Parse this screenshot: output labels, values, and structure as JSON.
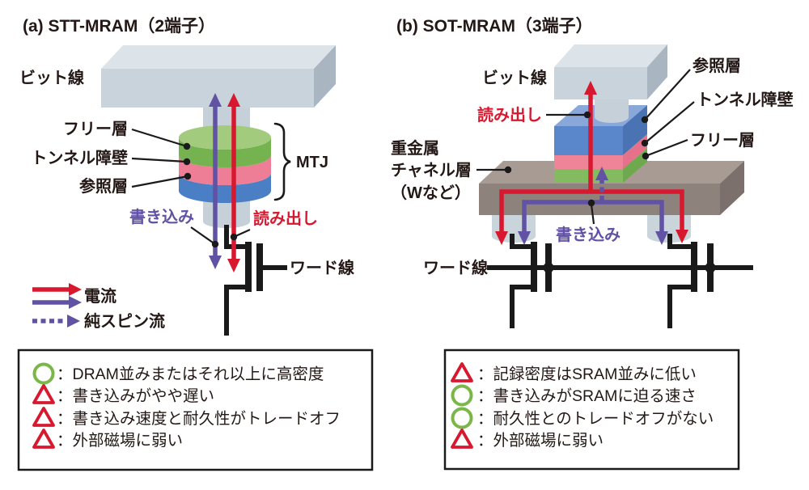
{
  "figure": {
    "panel_a": {
      "title": "(a) STT-MRAM（2端子）",
      "labels": {
        "bit_line": "ビット線",
        "free_layer": "フリー層",
        "tunnel_barrier": "トンネル障壁",
        "reference_layer": "参照層",
        "mtj": "MTJ",
        "write": "書き込み",
        "read": "読み出し",
        "word_line": "ワード線"
      },
      "legend": {
        "current": "電流",
        "pure_spin_current": "純スピン流"
      },
      "points": [
        {
          "marker": "good-circle",
          "text": "：DRAM並みまたはそれ以上に高密度"
        },
        {
          "marker": "warn-triangle",
          "text": "：書き込みがやや遅い"
        },
        {
          "marker": "warn-triangle",
          "text": "：書き込み速度と耐久性がトレードオフ"
        },
        {
          "marker": "warn-triangle",
          "text": "：外部磁場に弱い"
        }
      ]
    },
    "panel_b": {
      "title": "(b) SOT-MRAM（3端子）",
      "labels": {
        "bit_line": "ビット線",
        "read": "読み出し",
        "write": "書き込み",
        "reference_layer": "参照層",
        "tunnel_barrier": "トンネル障壁",
        "free_layer": "フリー層",
        "word_line": "ワード線"
      },
      "heavy_metal_channel": [
        "重金属",
        "チャネル層",
        "（Wなど）"
      ],
      "points": [
        {
          "marker": "warn-triangle",
          "text": "：記録密度はSRAM並みに低い"
        },
        {
          "marker": "good-circle",
          "text": "：書き込みがSRAMに迫る速さ"
        },
        {
          "marker": "good-circle",
          "text": "：耐久性とのトレードオフがない"
        },
        {
          "marker": "warn-triangle",
          "text": "：外部磁場に弱い"
        }
      ]
    },
    "colors": {
      "read_current_red": "#d7182e",
      "write_current_purple": "#6152a3",
      "good_green": "#7ab648",
      "warn_red": "#d7182e",
      "free_layer_green": "#74b350",
      "tunnel_barrier_pink": "#ee7e95",
      "reference_layer_blue": "#4b7fc5",
      "electrode_gray": "#c9d3db",
      "heavy_metal_brown": "#8e827c",
      "circuit_black": "#1a1a1a",
      "text_color": "#231815"
    }
  }
}
